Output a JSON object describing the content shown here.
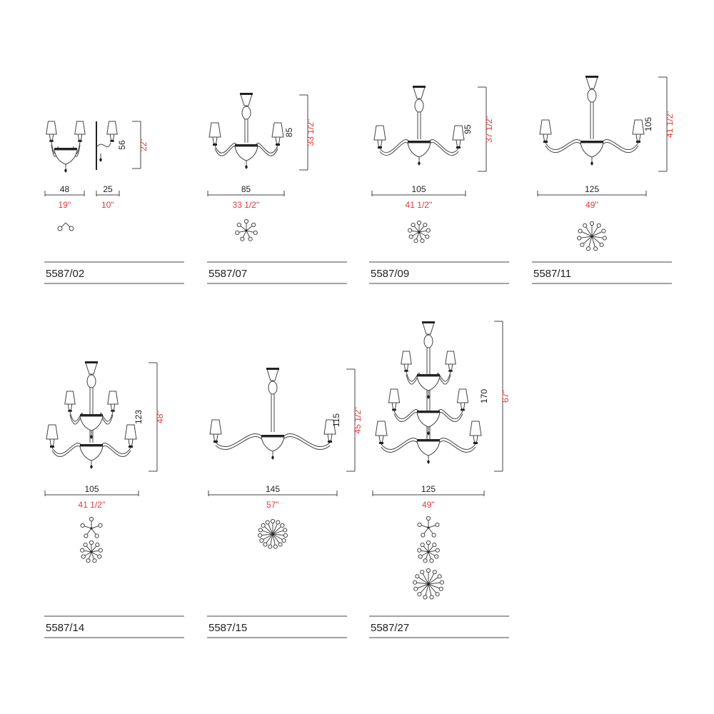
{
  "colors": {
    "ink": "#222222",
    "accent": "#e03a3a",
    "line": "#444444"
  },
  "products": [
    {
      "code": "5587/02",
      "type": "wall",
      "width_cm": "48",
      "width_in": "19''",
      "depth_cm": "25",
      "depth_in": "10''",
      "height_cm": "56",
      "height_in": "22''",
      "arms": [
        2
      ]
    },
    {
      "code": "5587/07",
      "type": "chandelier",
      "lights": 2,
      "width_cm": "85",
      "width_in": "33 1/2''",
      "height_cm": "85",
      "height_in": "33 1/2''",
      "arms": [
        7
      ]
    },
    {
      "code": "5587/09",
      "type": "chandelier",
      "lights": 2,
      "width_cm": "105",
      "width_in": "41 1/2''",
      "height_cm": "95",
      "height_in": "37 1/2''",
      "arms": [
        9
      ]
    },
    {
      "code": "5587/11",
      "type": "chandelier",
      "lights": 2,
      "width_cm": "125",
      "width_in": "49''",
      "height_cm": "105",
      "height_in": "41 1/2''",
      "arms": [
        11
      ]
    },
    {
      "code": "5587/14",
      "type": "tier2",
      "width_cm": "105",
      "width_in": "41 1/2''",
      "height_cm": "123",
      "height_in": "48''",
      "arms": [
        5,
        9
      ]
    },
    {
      "code": "5587/15",
      "type": "chandelier",
      "lights": 2,
      "width_cm": "145",
      "width_in": "57''",
      "height_cm": "115",
      "height_in": "45 1/2''",
      "arms": [
        15
      ]
    },
    {
      "code": "5587/27",
      "type": "tier3",
      "width_cm": "125",
      "width_in": "49''",
      "height_cm": "170",
      "height_in": "67''",
      "arms": [
        5,
        9,
        13
      ]
    }
  ]
}
